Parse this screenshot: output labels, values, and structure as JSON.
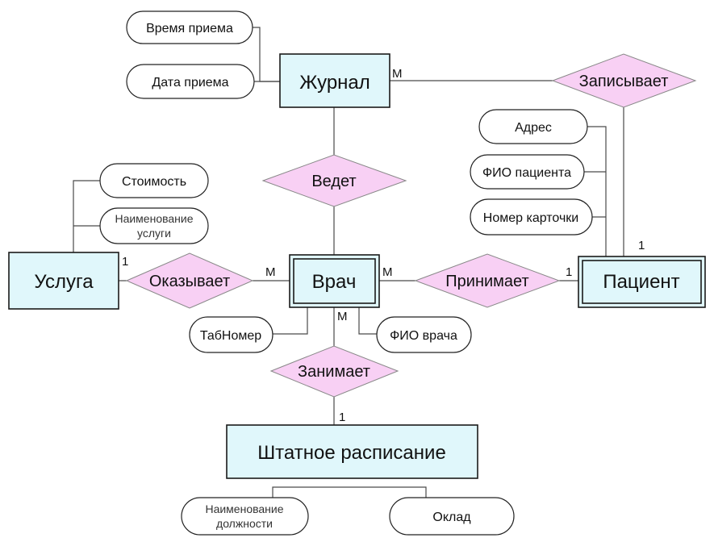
{
  "entities": {
    "journal": "Журнал",
    "service": "Услуга",
    "doctor": "Врач",
    "patient": "Пациент",
    "staff": "Штатное расписание"
  },
  "relationships": {
    "writes": "Записывает",
    "leads": "Ведет",
    "provides": "Оказывает",
    "receives": "Принимает",
    "occupies": "Занимает"
  },
  "attributes": {
    "reception_time": "Время приема",
    "reception_date": "Дата приема",
    "address": "Адрес",
    "patient_name": "ФИО пациента",
    "card_number": "Номер карточки",
    "cost": "Стоимость",
    "service_name_1": "Наименование",
    "service_name_2": "услуги",
    "tab_number": "ТабНомер",
    "doctor_name": "ФИО врача",
    "position_name_1": "Наименование",
    "position_name_2": "должности",
    "salary": "Оклад"
  },
  "cardinality": {
    "journal_m": "M",
    "patient_1_top": "1",
    "service_1": "1",
    "doctor_m_left": "M",
    "doctor_m_right": "M",
    "patient_1_left": "1",
    "doctor_m_bottom": "M",
    "staff_1": "1"
  }
}
